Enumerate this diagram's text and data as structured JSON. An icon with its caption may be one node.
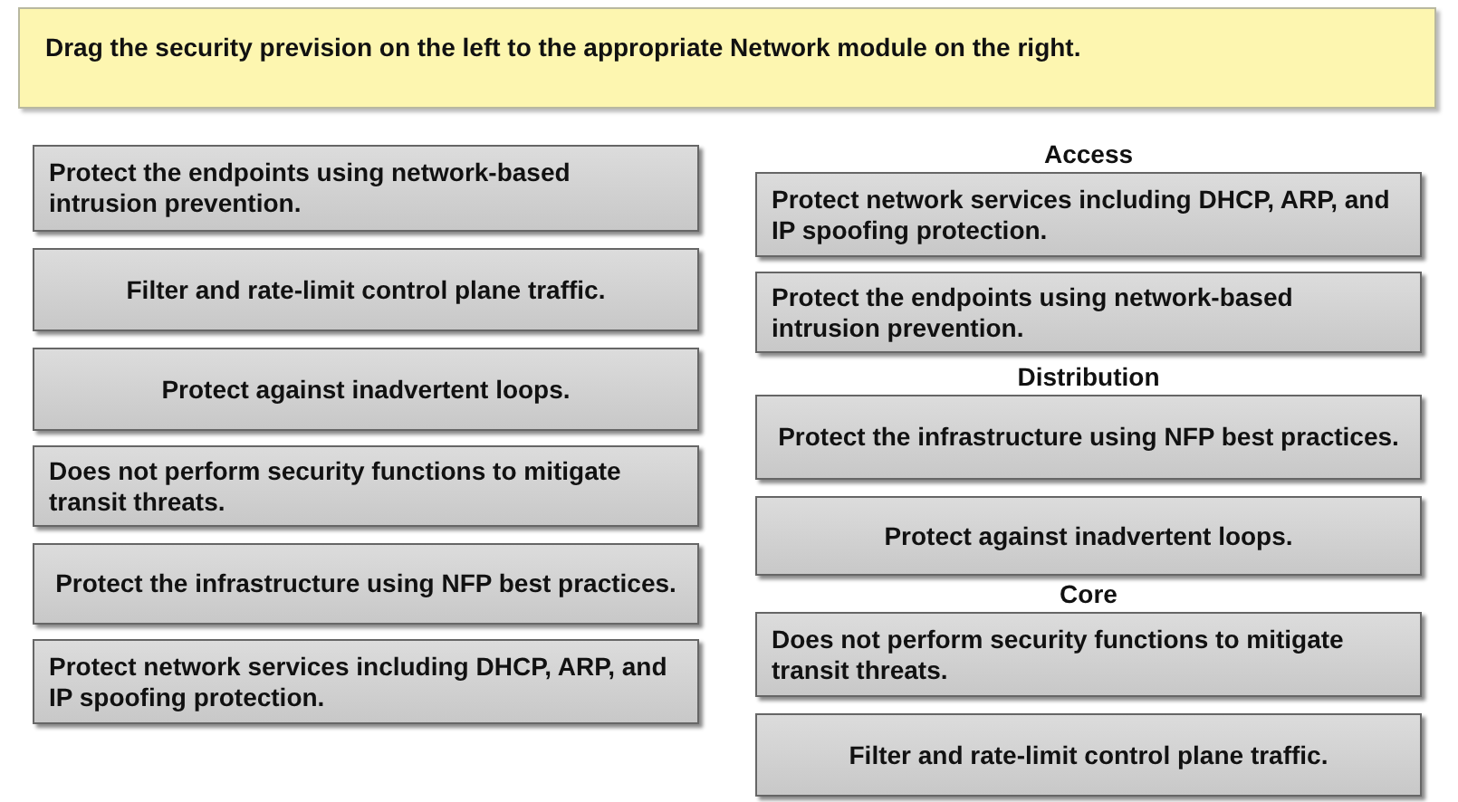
{
  "diagram": {
    "title": "Drag the security prevision on the left to the appropriate Network module on the right.",
    "nodes": [
      {
        "text": [
          "Protect the endpoints using network-based intrusion prevention."
        ]
      },
      {
        "text": [
          "Filter and rate-limit control plane traffic."
        ]
      },
      {
        "text": [
          "Protect against inadvertent loops."
        ]
      },
      {
        "text": [
          "Does not perform security functions to mitigate transit threats."
        ]
      },
      {
        "text": [
          "Protect the infrastructure using NFP best practices."
        ]
      },
      {
        "text": [
          "Protect network services including DHCP, ARP, and IP spoofing protection."
        ]
      },
      {
        "text": [
          "Protect network services including DHCP, ARP, and IP spoofing protection."
        ]
      },
      {
        "text": [
          "Protect the endpoints using network-based intrusion prevention."
        ]
      },
      {
        "text": [
          "Protect the infrastructure using NFP best practices."
        ]
      },
      {
        "text": [
          "Protect against inadvertent loops."
        ]
      },
      {
        "text": [
          "Does not perform security functions to mitigate transit threats."
        ]
      },
      {
        "text": [
          "Filter and rate-limit control plane traffic."
        ]
      }
    ],
    "labels": [
      "Access",
      "Distribution",
      "Core"
    ]
  }
}
